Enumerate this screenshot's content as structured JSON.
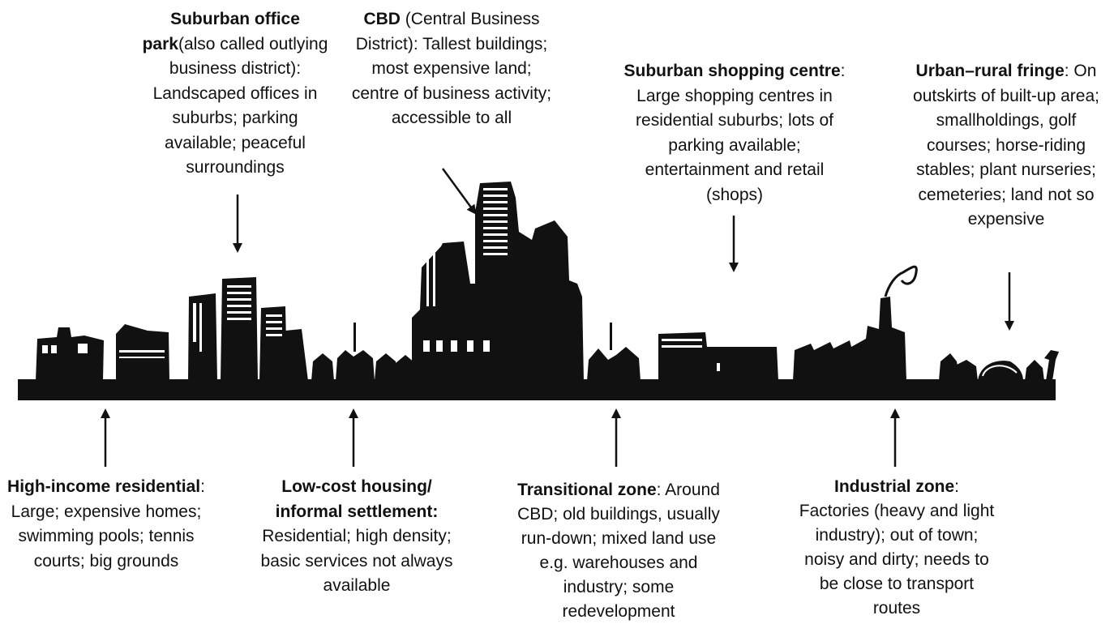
{
  "labels": {
    "office_park": {
      "title": "Suburban office park",
      "body": "(also called outlying business district): Landscaped offices in suburbs; parking available; peaceful surroundings"
    },
    "cbd": {
      "title": "CBD",
      "body": "(Central Business District): Tallest buildings; most expensive land; centre of business activity; accessible to all"
    },
    "shopping": {
      "title": "Suburban shopping centre",
      "body": ": Large shopping centres in residential suburbs; lots of parking available; entertainment and retail (shops)"
    },
    "fringe": {
      "title": "Urban–rural fringe",
      "body": ": On outskirts of built-up area; smallholdings, golf courses; horse-riding stables; plant nurseries; cemeteries; land not so expensive"
    },
    "high_income": {
      "title": "High-income residential",
      "body": ": Large; expensive homes; swimming pools; tennis courts; big grounds"
    },
    "low_cost": {
      "title": "Low-cost housing/ informal settlement:",
      "body": " Residential; high density; basic services not always available"
    },
    "transitional": {
      "title": "Transitional zone",
      "body": ": Around CBD; old buildings, usually run-down; mixed land use e.g. warehouses and industry; some redevelopment"
    },
    "industrial": {
      "title": "Industrial zone",
      "body": ": Factories (heavy and light industry); out of town; noisy and dirty; needs to be close to transport routes"
    }
  },
  "colors": {
    "ink": "#111111",
    "background": "#ffffff"
  }
}
